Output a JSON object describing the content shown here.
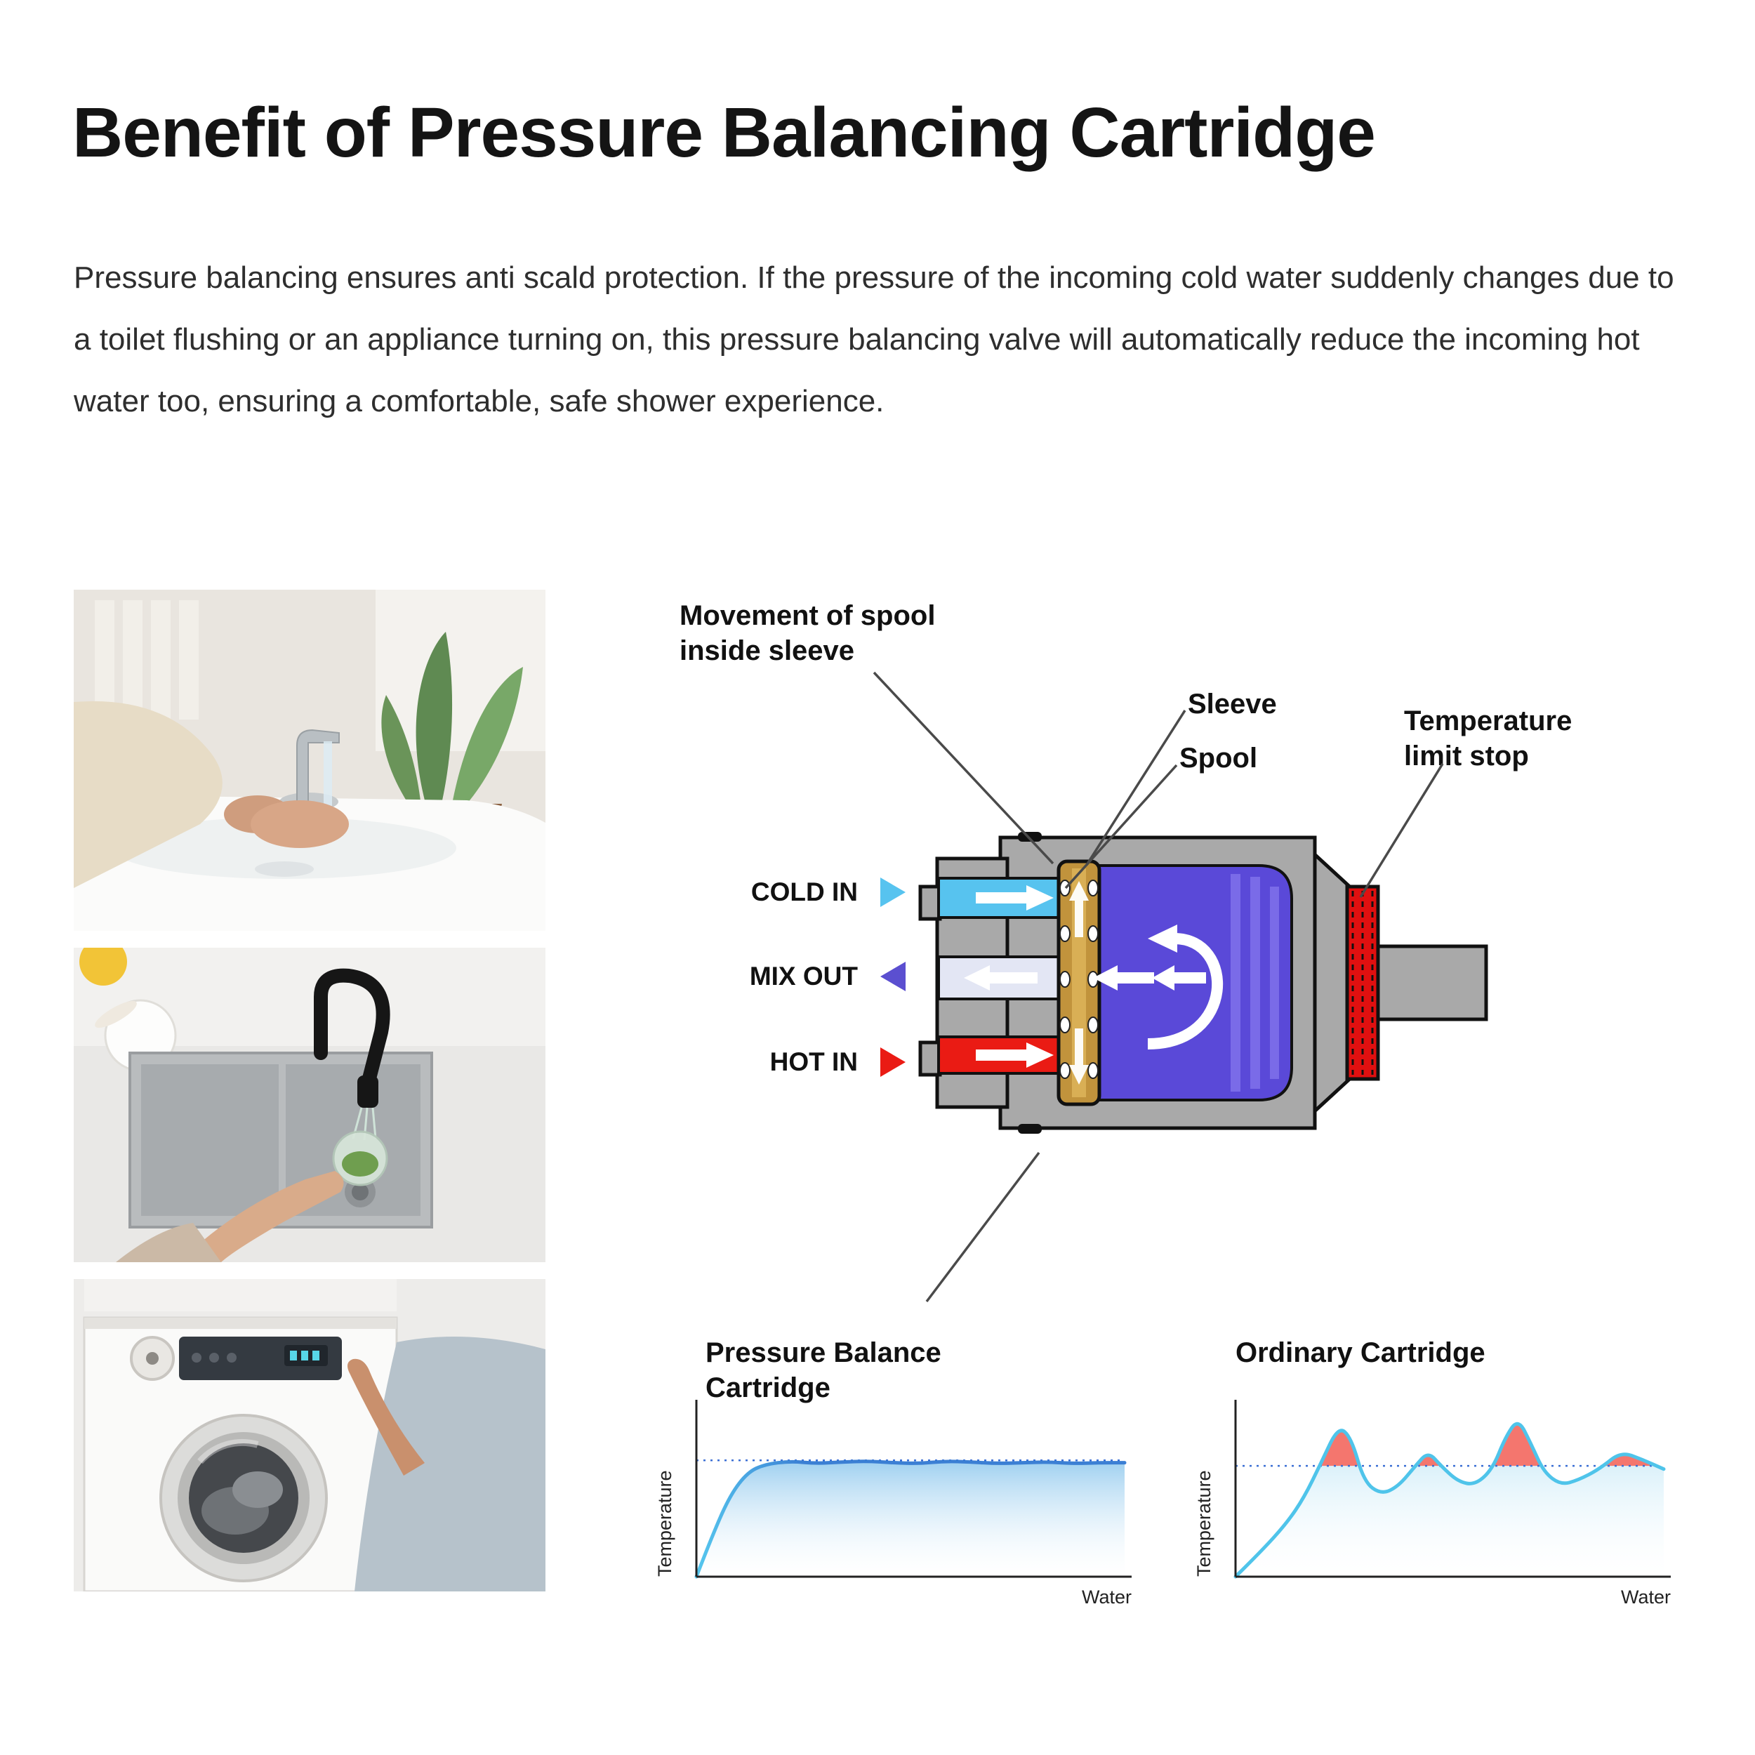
{
  "header": {
    "title": "Benefit of Pressure Balancing Cartridge",
    "description": "Pressure balancing ensures anti scald protection.  If the pressure of the incoming cold water suddenly changes due to a toilet flushing or an appliance turning on, this pressure balancing valve will automatically reduce the incoming hot water too, ensuring a comfortable, safe shower experience."
  },
  "photos": [
    {
      "name": "hand-washing-at-bathroom-sink"
    },
    {
      "name": "black-kitchen-faucet-rinsing-greens"
    },
    {
      "name": "washing-machine-control-panel"
    }
  ],
  "diagram": {
    "labels": {
      "movement": "Movement of spool inside sleeve",
      "sleeve": "Sleeve",
      "spool": "Spool",
      "temperature_limit": "Temperature limit stop",
      "cold_in": "COLD IN",
      "mix_out": "MIX OUT",
      "hot_in": "HOT IN"
    },
    "colors": {
      "cold": "#57C3EF",
      "mix_out": "#5B4FD0",
      "hot": "#EA1B14",
      "housing": "#A9A9A9",
      "chamber": "#5A49D8",
      "spool": "#C1933C",
      "limit_stop": "#E01010"
    }
  },
  "chart_data": [
    {
      "type": "area",
      "title": "Pressure Balance Cartridge",
      "xlabel": "Water",
      "ylabel": "Temperature",
      "x": [
        0,
        4,
        8,
        12,
        16,
        22,
        28,
        34,
        40,
        46,
        52,
        58,
        64,
        70,
        76,
        82,
        88,
        94,
        100
      ],
      "y": [
        0,
        28,
        52,
        66,
        71,
        73,
        71.5,
        72.5,
        73,
        72,
        71.5,
        73,
        72.5,
        71.5,
        72,
        72.5,
        71.5,
        72,
        72
      ],
      "threshold": 73.5,
      "ylim": [
        0,
        110
      ],
      "line_color": "#3b7fd4",
      "line_start_color": "#56c7ee",
      "fill_top": "#9fd0f0",
      "fill_bottom": "#ffffff",
      "threshold_color": "#3b6fd4",
      "legend": "none",
      "grid": false
    },
    {
      "type": "area",
      "title": "Ordinary Cartridge",
      "xlabel": "Water",
      "ylabel": "Temperature",
      "x": [
        0,
        6,
        12,
        16,
        20,
        24,
        27,
        30,
        34,
        38,
        42,
        45,
        48,
        52,
        56,
        60,
        63,
        66,
        69,
        72,
        76,
        80,
        85,
        90,
        95,
        100
      ],
      "y": [
        0,
        16,
        34,
        50,
        72,
        95,
        88,
        60,
        52,
        57,
        70,
        79,
        70,
        60,
        58,
        68,
        88,
        100,
        84,
        66,
        58,
        61,
        68,
        79,
        74,
        68
      ],
      "threshold": 70,
      "ylim": [
        0,
        110
      ],
      "line_color": "#4fc4ea",
      "peak_fill": "#f4766e",
      "fill_top": "#bfe6f6",
      "fill_bottom": "#ffffff",
      "threshold_color": "#3b6fd4",
      "legend": "none",
      "grid": false
    }
  ]
}
